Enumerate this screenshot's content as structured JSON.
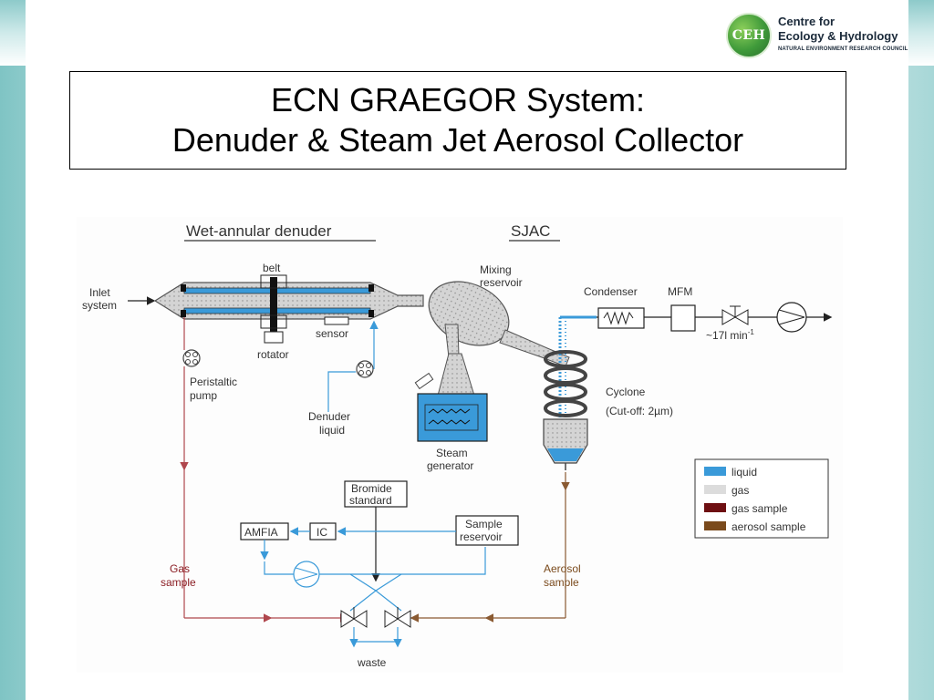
{
  "logo": {
    "emblem": "CEH",
    "line1": "Centre for",
    "line2": "Ecology & Hydrology",
    "line3": "NATURAL ENVIRONMENT RESEARCH COUNCIL"
  },
  "title": {
    "line1": "ECN GRAEGOR System:",
    "line2": "Denuder & Steam Jet Aerosol Collector"
  },
  "diagram": {
    "headers": {
      "denuder": "Wet-annular denuder",
      "sjac": "SJAC"
    },
    "labels": {
      "inlet1": "Inlet",
      "inlet2": "system",
      "belt": "belt",
      "rotator": "rotator",
      "sensor": "sensor",
      "peristaltic1": "Peristaltic",
      "peristaltic2": "pump",
      "denuder_liquid1": "Denuder",
      "denuder_liquid2": "liquid",
      "mixing1": "Mixing",
      "mixing2": "reservoir",
      "steam1": "Steam",
      "steam2": "generator",
      "condenser": "Condenser",
      "mfm": "MFM",
      "flow": "~17l min",
      "flow_sup": "-1",
      "cyclone": "Cyclone",
      "cutoff": "(Cut-off: 2µm)",
      "bromide1": "Bromide",
      "bromide2": "standard",
      "amfia": "AMFIA",
      "ic": "IC",
      "sample_res1": "Sample",
      "sample_res2": "reservoir",
      "gas_sample1": "Gas",
      "gas_sample2": "sample",
      "aerosol_sample1": "Aerosol",
      "aerosol_sample2": "sample",
      "waste": "waste"
    },
    "legend": [
      {
        "label": "liquid",
        "color": "#3a9ad9"
      },
      {
        "label": "gas",
        "color": "#dcdcdc"
      },
      {
        "label": "gas sample",
        "color": "#6e0f12"
      },
      {
        "label": "aerosol sample",
        "color": "#7a4a1c"
      }
    ],
    "colors": {
      "liquid": "#3a9ad9",
      "gas": "#cfcfcf",
      "gas_sample_line": "#b0474d",
      "aerosol_line": "#8a5a32"
    }
  }
}
